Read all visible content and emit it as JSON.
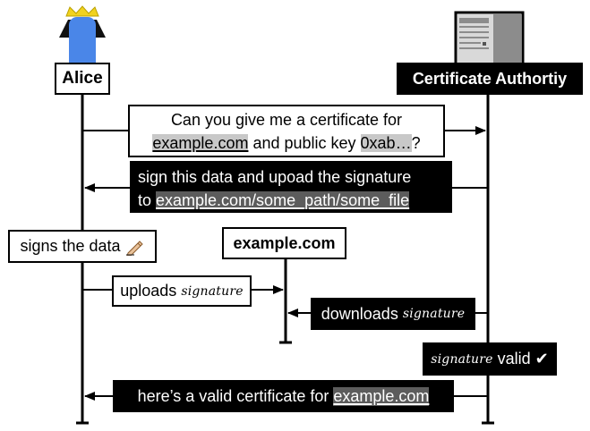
{
  "actors": {
    "alice": "Alice",
    "ca": "Certificate Authortiy",
    "site": "example.com"
  },
  "messages": {
    "request": {
      "line1": "Can you give me a certificate for",
      "domain": "example.com",
      "mid": " and public key ",
      "key": "0xab…",
      "end": "?"
    },
    "challenge": {
      "line1": "sign this data and upoad the signature",
      "to": "to ",
      "path": "example.com/some_path/some_file"
    },
    "sign": {
      "text": "signs the data",
      "emoji": "✍🏼"
    },
    "upload": {
      "text": "uploads ",
      "sig": "signature"
    },
    "download": {
      "text": "downloads ",
      "sig": "signature"
    },
    "valid": {
      "sig": "signature",
      "text": " valid ",
      "check": "✔"
    },
    "issue": {
      "text": "here’s a valid certificate for ",
      "domain": "example.com"
    }
  },
  "colors": {
    "alice_body": "#4a86e8",
    "alice_crown": "#f1d21f",
    "alice_hair": "#111111",
    "server_light": "#d9d9d9",
    "server_mid": "#8c8c8c",
    "highlight": "#c8c8c8"
  },
  "icons": [
    "alice-avatar-icon",
    "server-icon",
    "writing-hand-icon",
    "check-icon"
  ]
}
